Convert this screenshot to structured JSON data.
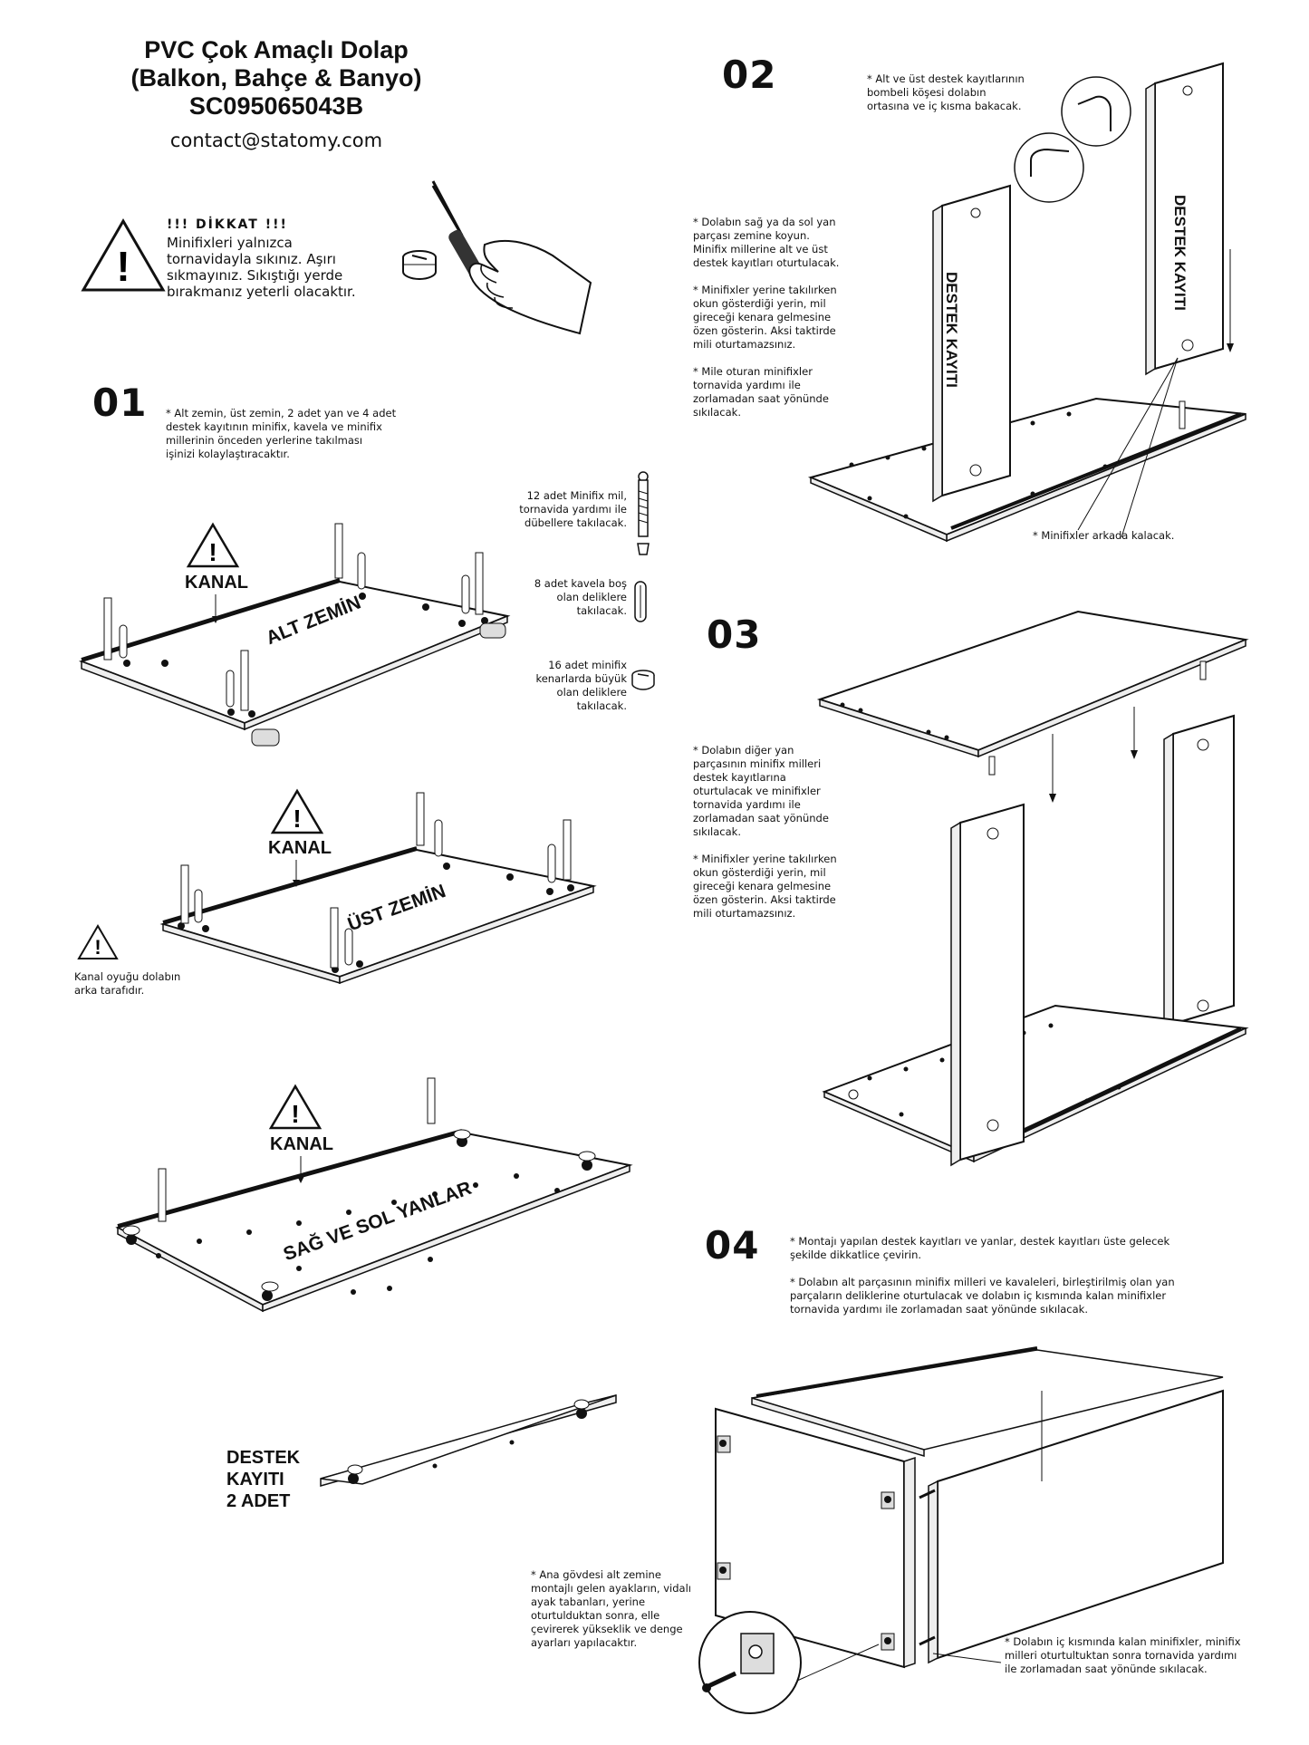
{
  "header": {
    "title_line1": "PVC Çok Amaçlı Dolap",
    "title_line2": "(Balkon, Bahçe & Banyo)",
    "title_line3": "SC095065043B",
    "contact": "contact@statomy.com"
  },
  "warning": {
    "title": "!!! DİKKAT !!!",
    "body": "Minifixleri yalnızca\ntornavidayla sıkınız. Aşırı\nsıkmayınız. Sıkıştığı yerde\nbırakmanız yeterli olacaktır."
  },
  "step1": {
    "number": "01",
    "note": "* Alt zemin, üst zemin, 2 adet yan ve 4 adet\ndestek kayıtının minifix, kavela ve minifix\nmillerinin önceden yerlerine takılması\nişinizi kolaylaştıracaktır.",
    "parts_note_1": "12 adet Minifix mil,\ntornavida yardımı ile\ndübellere takılacak.",
    "parts_note_2": "8 adet kavela boş\nolan deliklere\ntakılacak.",
    "parts_note_3": "16 adet minifix\nkenarlarda büyük\nolan deliklere\ntakılacak.",
    "kanal_label": "KANAL",
    "panel_alt": "ALT ZEMİN",
    "panel_ust": "ÜST ZEMİN",
    "panel_yan": "SAĞ VE SOL YANLAR",
    "kanal_note": "Kanal oyuğu dolabın\narka tarafıdır.",
    "destek_label": "DESTEK\nKAYITI\n2 ADET"
  },
  "step2": {
    "number": "02",
    "note_top": "* Alt ve üst destek kayıtlarının\nbombeli köşesi dolabın\nortasına ve iç kısma bakacak.",
    "note_left": "* Dolabın sağ ya da sol yan\nparçası zemine koyun.\nMinifix millerine alt ve üst\ndestek kayıtları oturtulacak.\n\n* Minifixler yerine takılırken\nokun gösterdiği yerin, mil\ngireceği kenara gelmesine\nözen gösterin. Aksi taktirde\nmili oturtamazsınız.\n\n* Mile oturan minifixler\ntornavida yardımı ile\nzorlamadan saat yönünde\nsıkılacak.",
    "note_bottom": "* Minifixler arkada kalacak.",
    "destek_label": "DESTEK KAYITI"
  },
  "step3": {
    "number": "03",
    "note": "* Dolabın diğer yan\nparçasının minifix milleri\ndestek kayıtlarına\noturtulacak ve minifixler\ntornavida yardımı ile\nzorlamadan saat yönünde\nsıkılacak.\n\n* Minifixler yerine takılırken\nokun gösterdiği yerin, mil\ngireceği kenara gelmesine\nözen gösterin. Aksi taktirde\nmili oturtamazsınız."
  },
  "step4": {
    "number": "04",
    "note_top": "* Montajı yapılan destek kayıtları ve yanlar, destek kayıtları üste gelecek\nşekilde dikkatlice çevirin.\n\n* Dolabın alt parçasının minifix milleri ve kavaleleri, birleştirilmiş olan yan\nparçaların deliklerine oturtulacak ve dolabın iç kısmında kalan minifixler\ntornavida yardımı ile zorlamadan saat yönünde sıkılacak.",
    "note_left": "* Ana gövdesi alt zemine\nmontajlı gelen ayakların, vidalı\nayak tabanları, yerine\noturtulduktan sonra, elle\nçevirerek yükseklik ve denge\nayarları yapılacaktır.",
    "note_right": "* Dolabın iç kısmında kalan minifixler, minifix\nmilleri oturtultuktan sonra tornavida yardımı\nile zorlamadan saat yönünde sıkılacak."
  }
}
